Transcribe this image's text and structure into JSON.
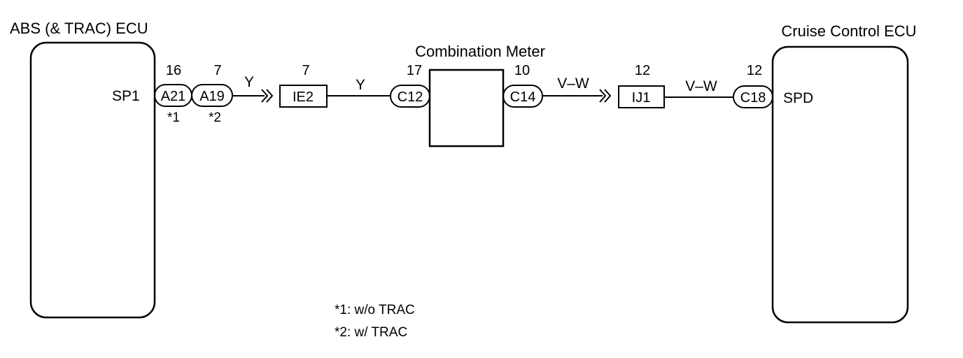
{
  "components": {
    "abs_ecu": {
      "title": "ABS (& TRAC) ECU",
      "pin": "SP1"
    },
    "combination_meter": {
      "title": "Combination Meter"
    },
    "cruise_ecu": {
      "title": "Cruise Control ECU",
      "pin": "SPD"
    }
  },
  "connectors": {
    "a21": {
      "id": "A21",
      "pin": "16",
      "note": "*1"
    },
    "a19": {
      "id": "A19",
      "pin": "7",
      "note": "*2"
    },
    "ie2": {
      "id": "IE2",
      "pin": "7"
    },
    "c12": {
      "id": "C12",
      "pin": "17"
    },
    "c14": {
      "id": "C14",
      "pin": "10"
    },
    "ij1": {
      "id": "IJ1",
      "pin": "12"
    },
    "c18": {
      "id": "C18",
      "pin": "12"
    }
  },
  "wires": {
    "w1": "Y",
    "w2": "Y",
    "w3": "V–W",
    "w4": "V–W"
  },
  "notes": [
    "*1: w/o TRAC",
    "*2: w/ TRAC"
  ]
}
